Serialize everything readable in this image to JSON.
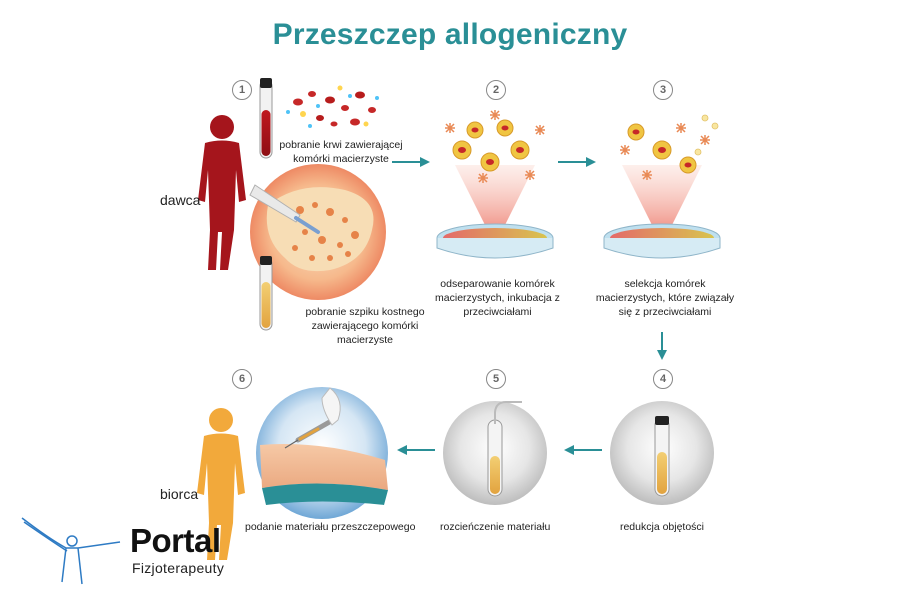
{
  "title": "Przeszczep allogeniczny",
  "roles": {
    "donor": "dawca",
    "recipient": "biorca"
  },
  "steps": [
    {
      "number": "1",
      "label_blood": "pobranie krwi zawierającej komórki macierzyste",
      "label_marrow": "pobranie szpiku kostnego zawierającego komórki macierzyste"
    },
    {
      "number": "2",
      "label": "odseparowanie komórek macierzystych, inkubacja z przeciwciałami"
    },
    {
      "number": "3",
      "label": "selekcja komórek macierzystych, które związały się z przeciwciałami"
    },
    {
      "number": "4",
      "label": "redukcja objętości"
    },
    {
      "number": "5",
      "label": "rozcieńczenie materiału"
    },
    {
      "number": "6",
      "label": "podanie materiału przeszczepowego"
    }
  ],
  "logo": {
    "name": "Portal",
    "subtitle": "Fizjoterapeuty"
  },
  "colors": {
    "title": "#2a8f96",
    "arrow": "#2a8f96",
    "donor": "#a5151c",
    "recipient": "#f2a93b",
    "logo_figure": "#2e7bc4"
  }
}
